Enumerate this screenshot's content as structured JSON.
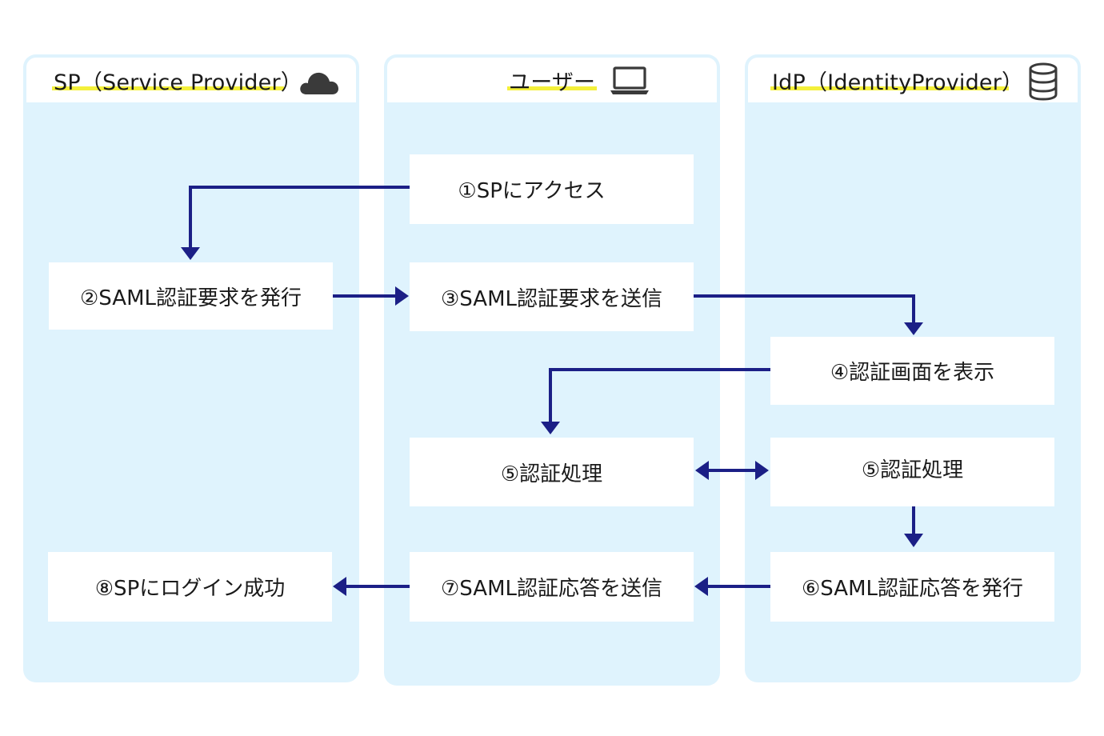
{
  "lanes": {
    "sp": {
      "title": "SP（Service Provider）",
      "icon": "cloud-icon"
    },
    "user": {
      "title": "ユーザー",
      "icon": "laptop-icon"
    },
    "idp": {
      "title": "IdP（IdentityProvider）",
      "icon": "database-icon"
    }
  },
  "steps": {
    "s1": "①SPにアクセス",
    "s2": "②SAML認証要求を発行",
    "s3": "③SAML認証要求を送信",
    "s4": "④認証画面を表示",
    "s5_user": "⑤認証処理",
    "s5_idp": "⑤認証処理",
    "s6": "⑥SAML認証応答を発行",
    "s7": "⑦SAML認証応答を送信",
    "s8": "⑧SPにログイン成功"
  },
  "colors": {
    "lane_bg": "#dff3fd",
    "arrow": "#1b1f86",
    "highlight": "#f4f03a",
    "icon": "#3a3a3a"
  }
}
